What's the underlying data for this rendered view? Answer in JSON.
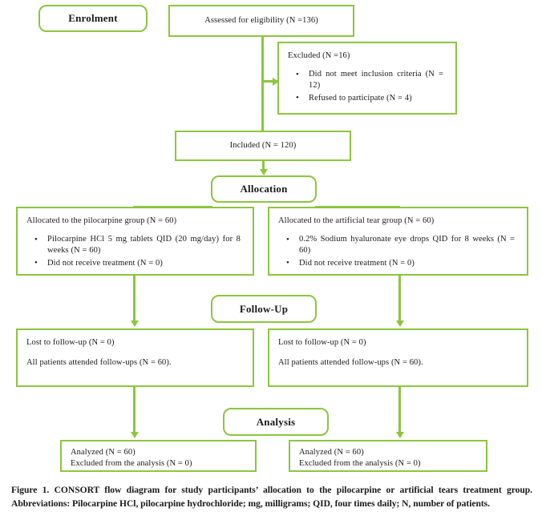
{
  "figure": {
    "caption": "Figure 1. CONSORT flow diagram for study participants’ allocation to the pilocarpine or artificial tears treatment group. Abbreviations: Pilocarpine HCl, pilocarpine hydrochloride; mg, milligrams; QID, four times daily; N, number of patients.",
    "accent_color": "#8cc63e",
    "background_color": "#ffffff",
    "text_color": "#1a1a1a"
  },
  "stages": {
    "enrolment": "Enrolment",
    "allocation": "Allocation",
    "followup": "Follow-Up",
    "analysis": "Analysis"
  },
  "enrolment": {
    "assessed": "Assessed for eligibility (N =136)",
    "excluded_title": "Excluded (N =16)",
    "excluded_reasons": [
      "Did not meet inclusion criteria (N = 12)",
      "Refused to participate (N = 4)"
    ],
    "included": "Included (N = 120)"
  },
  "allocation": {
    "left": {
      "lead": "Allocated to the pilocarpine group (N = 60)",
      "items": [
        "Pilocarpine HCl 5 mg tablets QID (20 mg/day) for 8 weeks (N = 60)",
        "Did not receive treatment (N = 0)"
      ]
    },
    "right": {
      "lead": "Allocated to the artificial tear group (N = 60)",
      "items": [
        "0.2% Sodium hyaluronate eye drops QID for 8 weeks (N = 60)",
        "Did not receive treatment (N = 0)"
      ]
    }
  },
  "followup": {
    "left": {
      "lost": "Lost to follow-up (N = 0)",
      "attended": "All patients attended follow-ups (N = 60)."
    },
    "right": {
      "lost": "Lost to follow-up (N = 0)",
      "attended": "All patients attended follow-ups (N = 60)."
    }
  },
  "analysis": {
    "left": {
      "analyzed": "Analyzed (N = 60)",
      "excluded": "Excluded from the analysis (N = 0)"
    },
    "right": {
      "analyzed": "Analyzed (N = 60)",
      "excluded": "Excluded from the analysis (N = 0)"
    }
  }
}
